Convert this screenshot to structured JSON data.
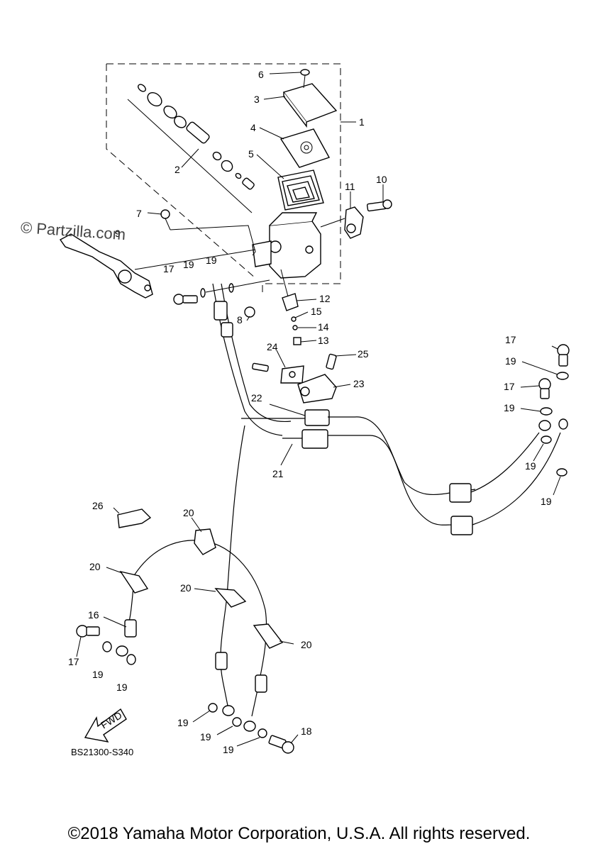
{
  "watermark": "© Partzilla.com",
  "diagram_code": "BS21300-S340",
  "fwd_label": "FWD",
  "copyright": "©2018 Yamaha Motor Corporation, U.S.A. All rights reserved.",
  "callouts": {
    "c1": "1",
    "c2": "2",
    "c3": "3",
    "c4": "4",
    "c5": "5",
    "c6": "6",
    "c7": "7",
    "c8": "8",
    "c9": "9",
    "c10": "10",
    "c11": "11",
    "c12": "12",
    "c13": "13",
    "c14": "14",
    "c15": "15",
    "c16": "16",
    "c17a": "17",
    "c17b": "17",
    "c17c": "17",
    "c17d": "17",
    "c18": "18",
    "c19a": "19",
    "c19b": "19",
    "c19c": "19",
    "c19d": "19",
    "c19e": "19",
    "c19f": "19",
    "c19g": "19",
    "c19h": "19",
    "c19i": "19",
    "c19j": "19",
    "c19k": "19",
    "c20a": "20",
    "c20b": "20",
    "c20c": "20",
    "c20d": "20",
    "c21": "21",
    "c22": "22",
    "c23": "23",
    "c24": "24",
    "c25": "25",
    "c26": "26"
  }
}
